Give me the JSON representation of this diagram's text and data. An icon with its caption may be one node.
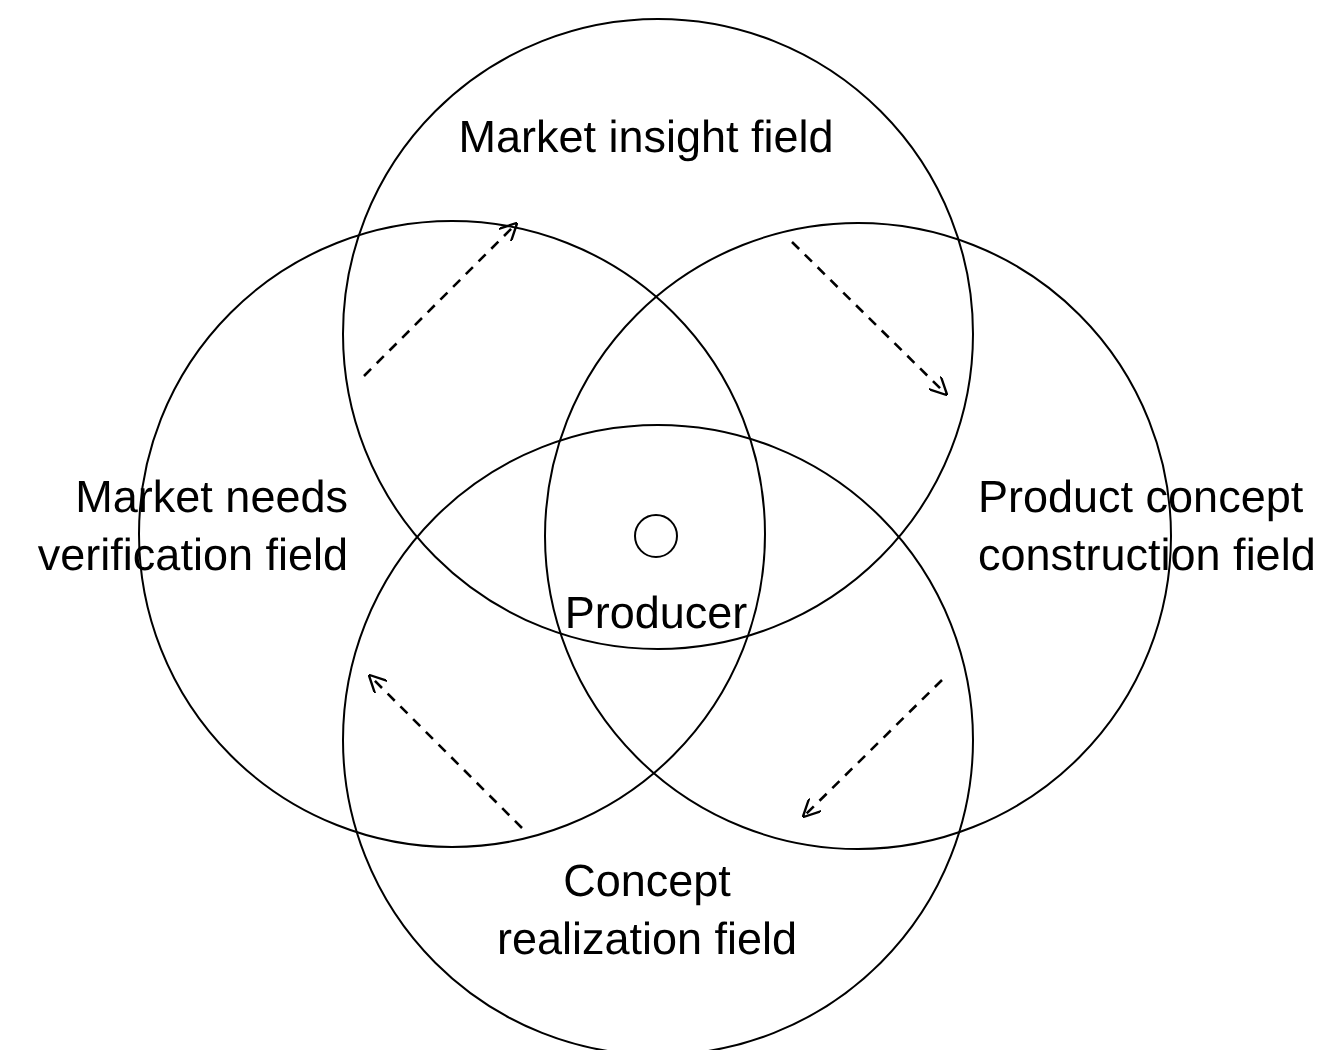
{
  "diagram": {
    "nodes": [
      {
        "text": [
          "Market insight field"
        ]
      },
      {
        "text": [
          "Market needs verification field"
        ]
      },
      {
        "text": [
          "Product concept construction field"
        ]
      },
      {
        "text": [
          "Concept realization field"
        ]
      },
      {
        "text": [],
        "shape": "circle"
      }
    ],
    "labels": [
      "Producer"
    ]
  }
}
